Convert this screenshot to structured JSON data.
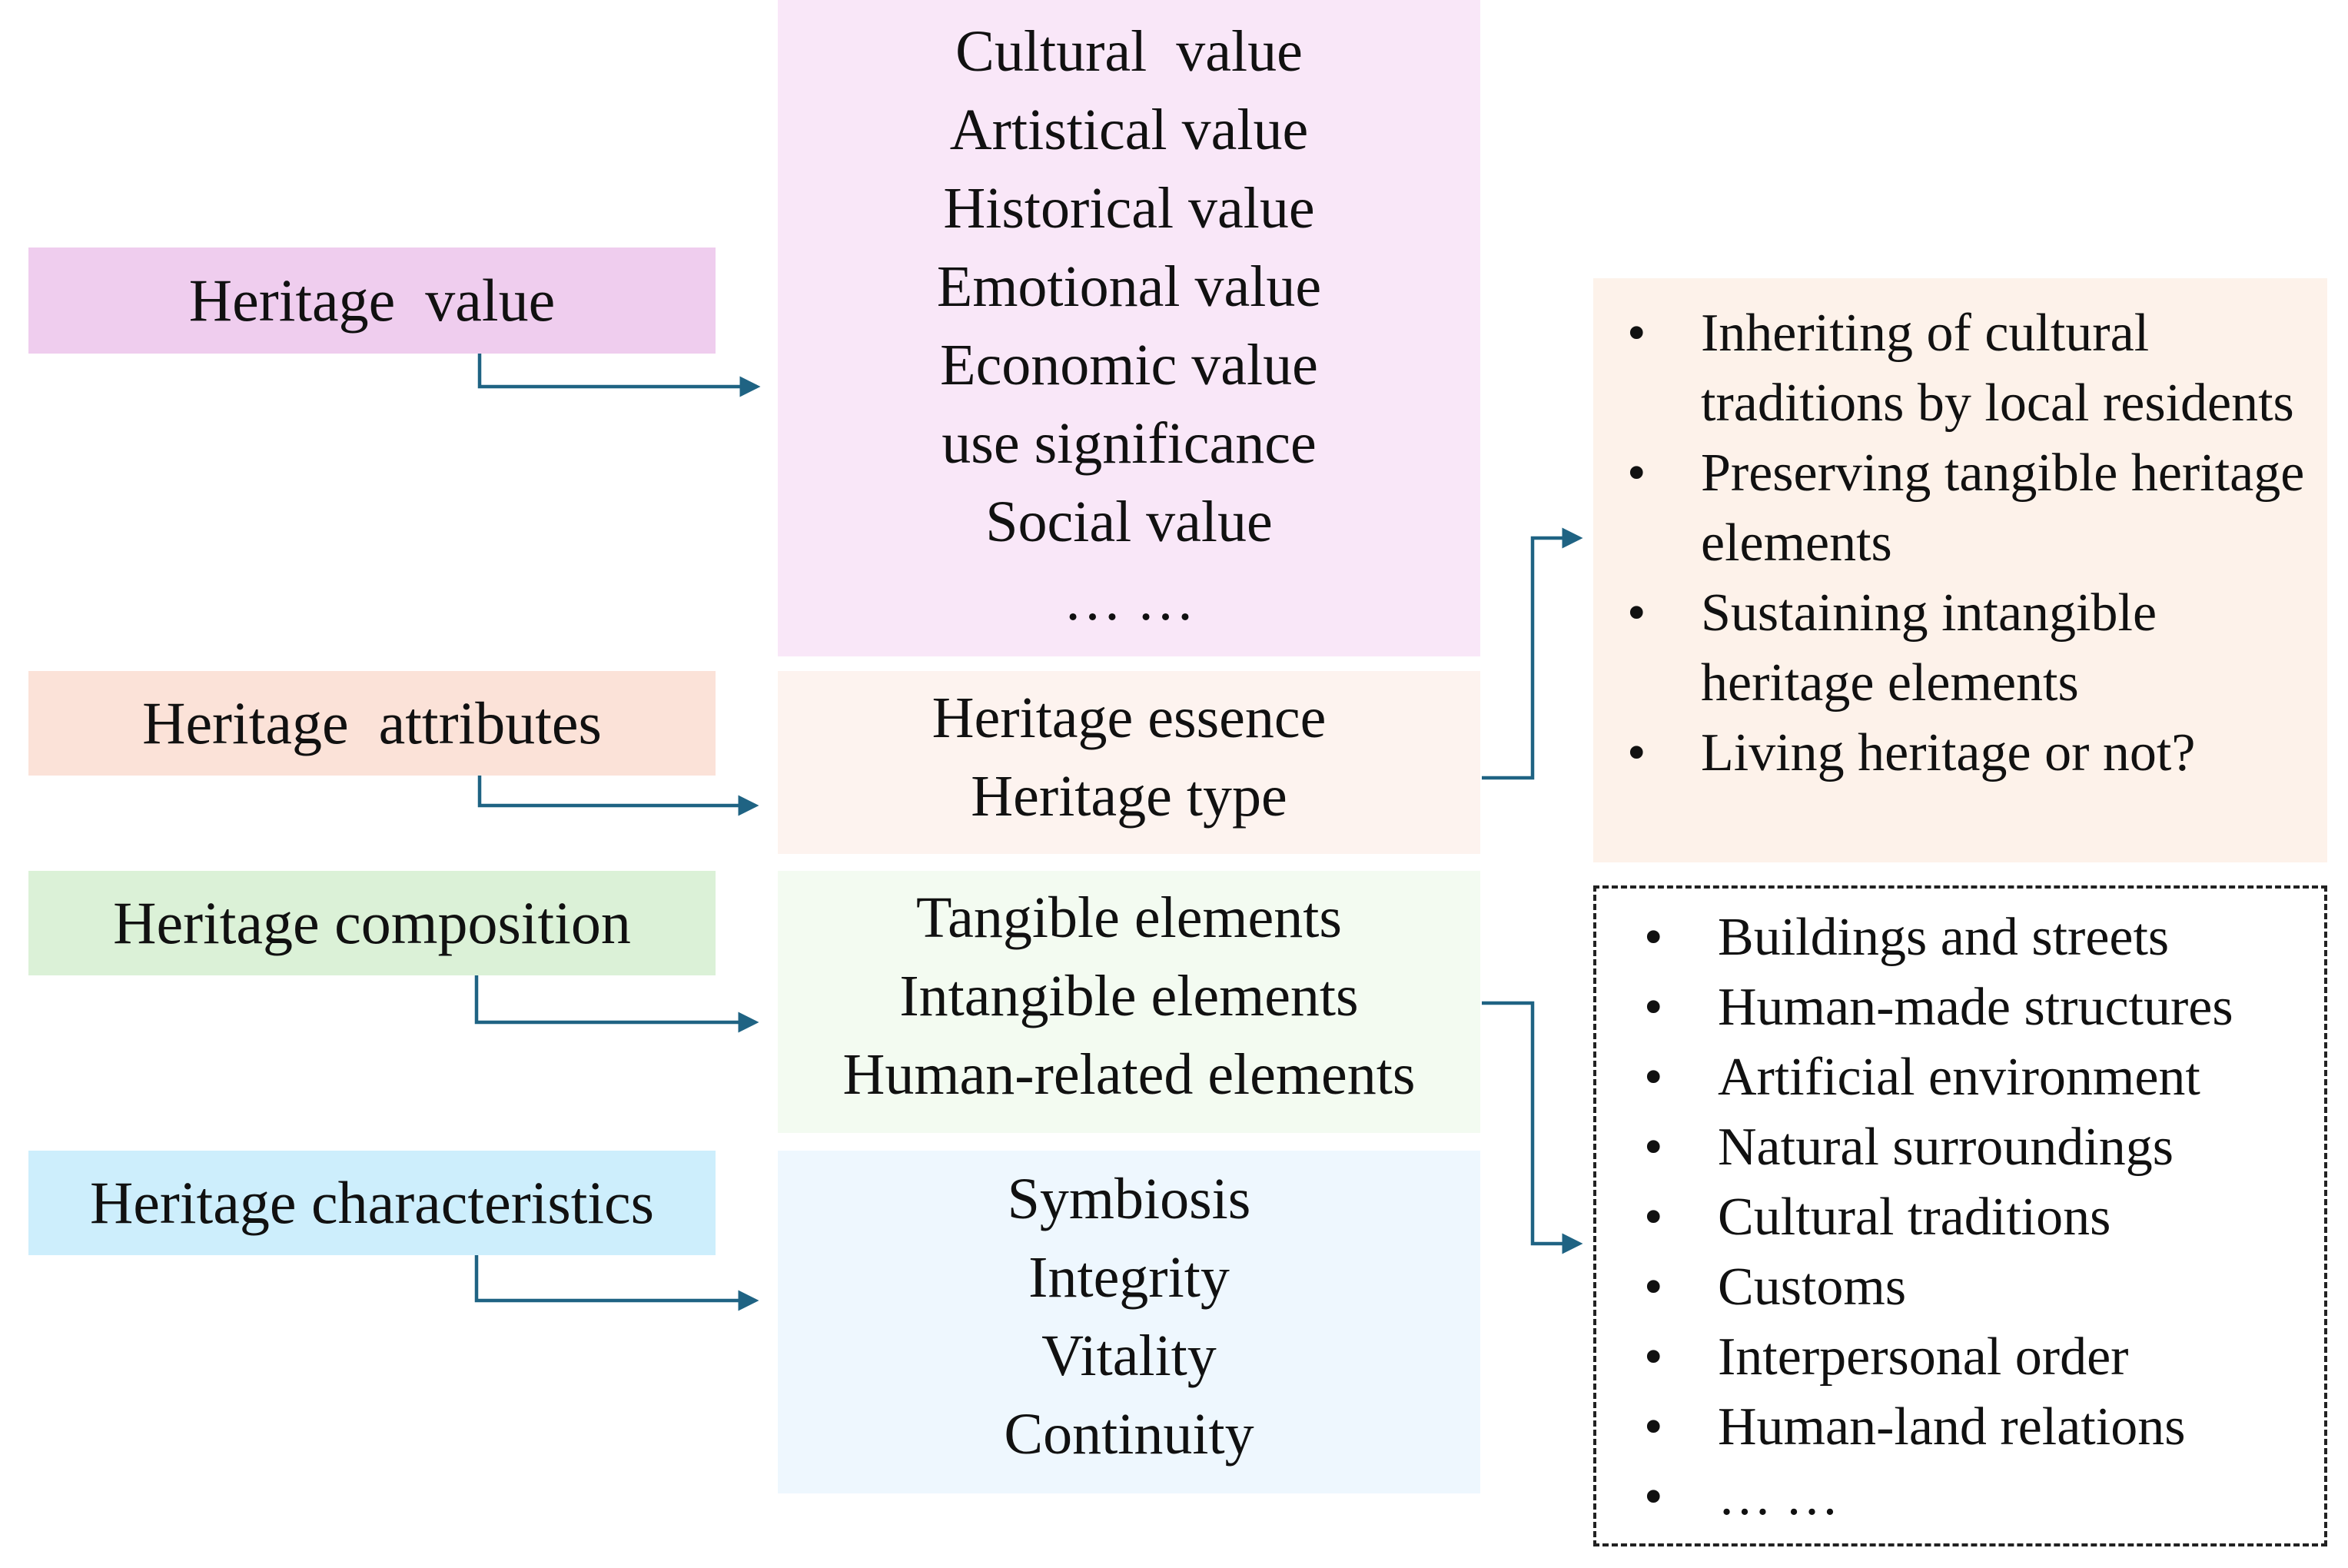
{
  "colors": {
    "value_label": "#efcdee",
    "value_box": "#f9e7f8",
    "attributes_label": "#fbe2d8",
    "attributes_box": "#fdf3ef",
    "composition_label": "#dbf1d7",
    "composition_box": "#f3fbf1",
    "characteristics_label": "#cdeefc",
    "characteristics_box": "#eef7fe",
    "attributes_detail_box": "#fdf2ea",
    "arrow": "#1f6383"
  },
  "left_labels": [
    {
      "text": "Heritage  value",
      "color_key": "value_label"
    },
    {
      "text": "Heritage  attributes",
      "color_key": "attributes_label"
    },
    {
      "text": "Heritage composition",
      "color_key": "composition_label"
    },
    {
      "text": "Heritage characteristics",
      "color_key": "characteristics_label"
    }
  ],
  "value_items": [
    "Cultural  value",
    "Artistical value",
    "Historical value",
    "Emotional value",
    "Economic value",
    "use significance",
    "Social value",
    "… …"
  ],
  "attribute_items": [
    "Heritage essence",
    "Heritage type"
  ],
  "composition_items": [
    "Tangible elements",
    "Intangible elements",
    "Human-related elements"
  ],
  "characteristic_items": [
    "Symbiosis",
    "Integrity",
    "Vitality",
    "Continuity"
  ],
  "attribute_details": [
    "Inheriting of cultural traditions by local residents",
    "Preserving tangible heritage elements",
    "Sustaining intangible heritage elements",
    "Living heritage or not?"
  ],
  "composition_details": [
    "Buildings and streets",
    "Human-made structures",
    "Artificial environment",
    "Natural surroundings",
    "Cultural traditions",
    "Customs",
    "Interpersonal order",
    "Human-land relations",
    "… …"
  ],
  "bullet_char": "•"
}
